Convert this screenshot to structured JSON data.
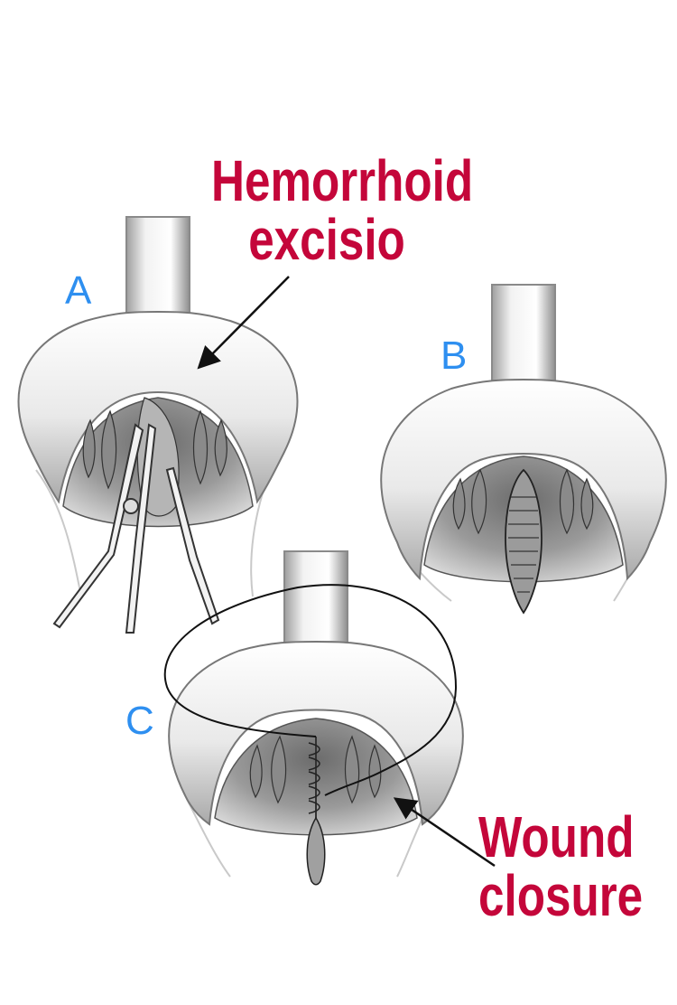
{
  "colors": {
    "letter": "#2e8ff0",
    "callout": "#c4063a",
    "ink": "#222222",
    "tissue_light": "#f4f4f4",
    "tissue_mid": "#bdbdbd",
    "tissue_dark": "#5a5a5a"
  },
  "panels": {
    "a": {
      "letter": "A"
    },
    "b": {
      "letter": "B"
    },
    "c": {
      "letter": "C"
    }
  },
  "callouts": {
    "excision": {
      "line1": "Hemorrhoid",
      "line2": "excisio"
    },
    "closure": {
      "line1": "Wound",
      "line2": "closure"
    }
  }
}
